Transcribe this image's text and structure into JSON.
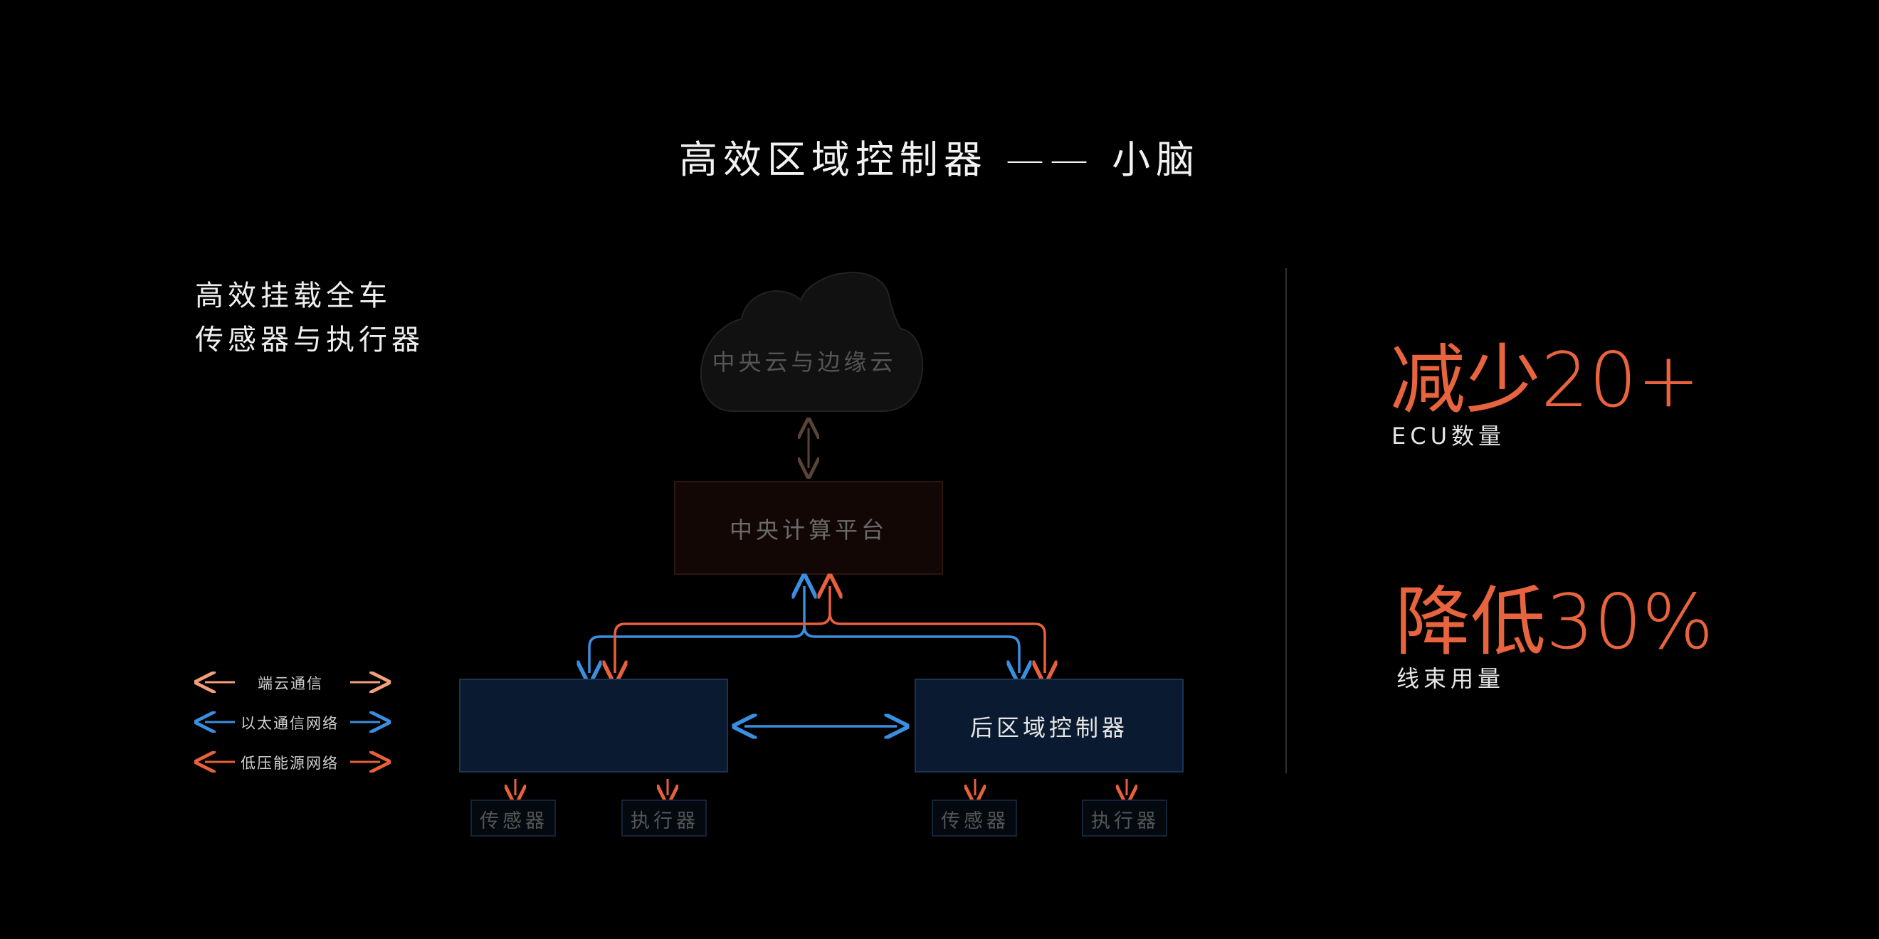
{
  "title": "高效区域控制器 —— 小脑",
  "left_description": {
    "line1": "高效挂载全车",
    "line2": "传感器与执行器"
  },
  "diagram": {
    "cloud_label": "中央云与边缘云",
    "central_platform_label": "中央计算平台",
    "front_controller_label": "",
    "rear_controller_label": "后区域控制器",
    "front_sensor_label": "传感器",
    "front_actuator_label": "执行器",
    "rear_sensor_label": "传感器",
    "rear_actuator_label": "执行器"
  },
  "legend": [
    {
      "label": "端云通信",
      "color": "#f3a07a"
    },
    {
      "label": "以太通信网络",
      "color": "#3a8fe0"
    },
    {
      "label": "低压能源网络",
      "color": "#e8603c"
    }
  ],
  "stats": [
    {
      "value": "减少20+",
      "label": "ECU数量"
    },
    {
      "value": "降低30%",
      "label": "线束用量"
    }
  ],
  "colors": {
    "accent_orange": "#e8643e",
    "ethernet_blue": "#3a8fe0",
    "power_red": "#e8603c",
    "cloud_comm": "#f3a07a"
  }
}
